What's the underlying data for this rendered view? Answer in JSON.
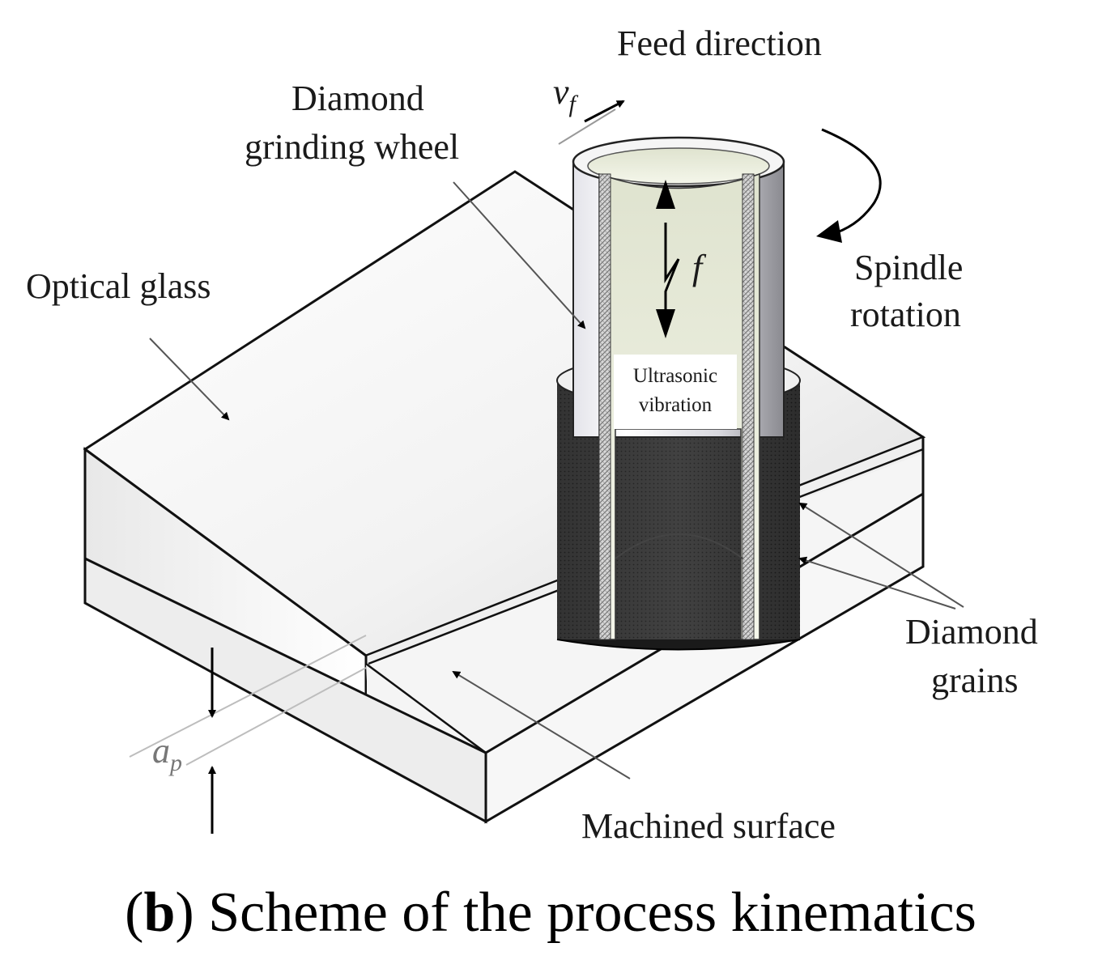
{
  "labels": {
    "feed_direction": "Feed direction",
    "vf_symbol": "v",
    "vf_subscript": "f",
    "diamond_wheel_line1": "Diamond",
    "diamond_wheel_line2": "grinding wheel",
    "optical_glass": "Optical glass",
    "f_symbol": "f",
    "spindle_line1": "Spindle",
    "spindle_line2": "rotation",
    "ultrasonic_line1": "Ultrasonic",
    "ultrasonic_line2": "vibration",
    "diamond_grains_line1": "Diamond",
    "diamond_grains_line2": "grains",
    "ap_symbol": "a",
    "ap_subscript": "p",
    "machined_surface": "Machined surface"
  },
  "caption": {
    "prefix": "(",
    "bold": "b",
    "rest": ") Scheme of the process kinematics"
  }
}
